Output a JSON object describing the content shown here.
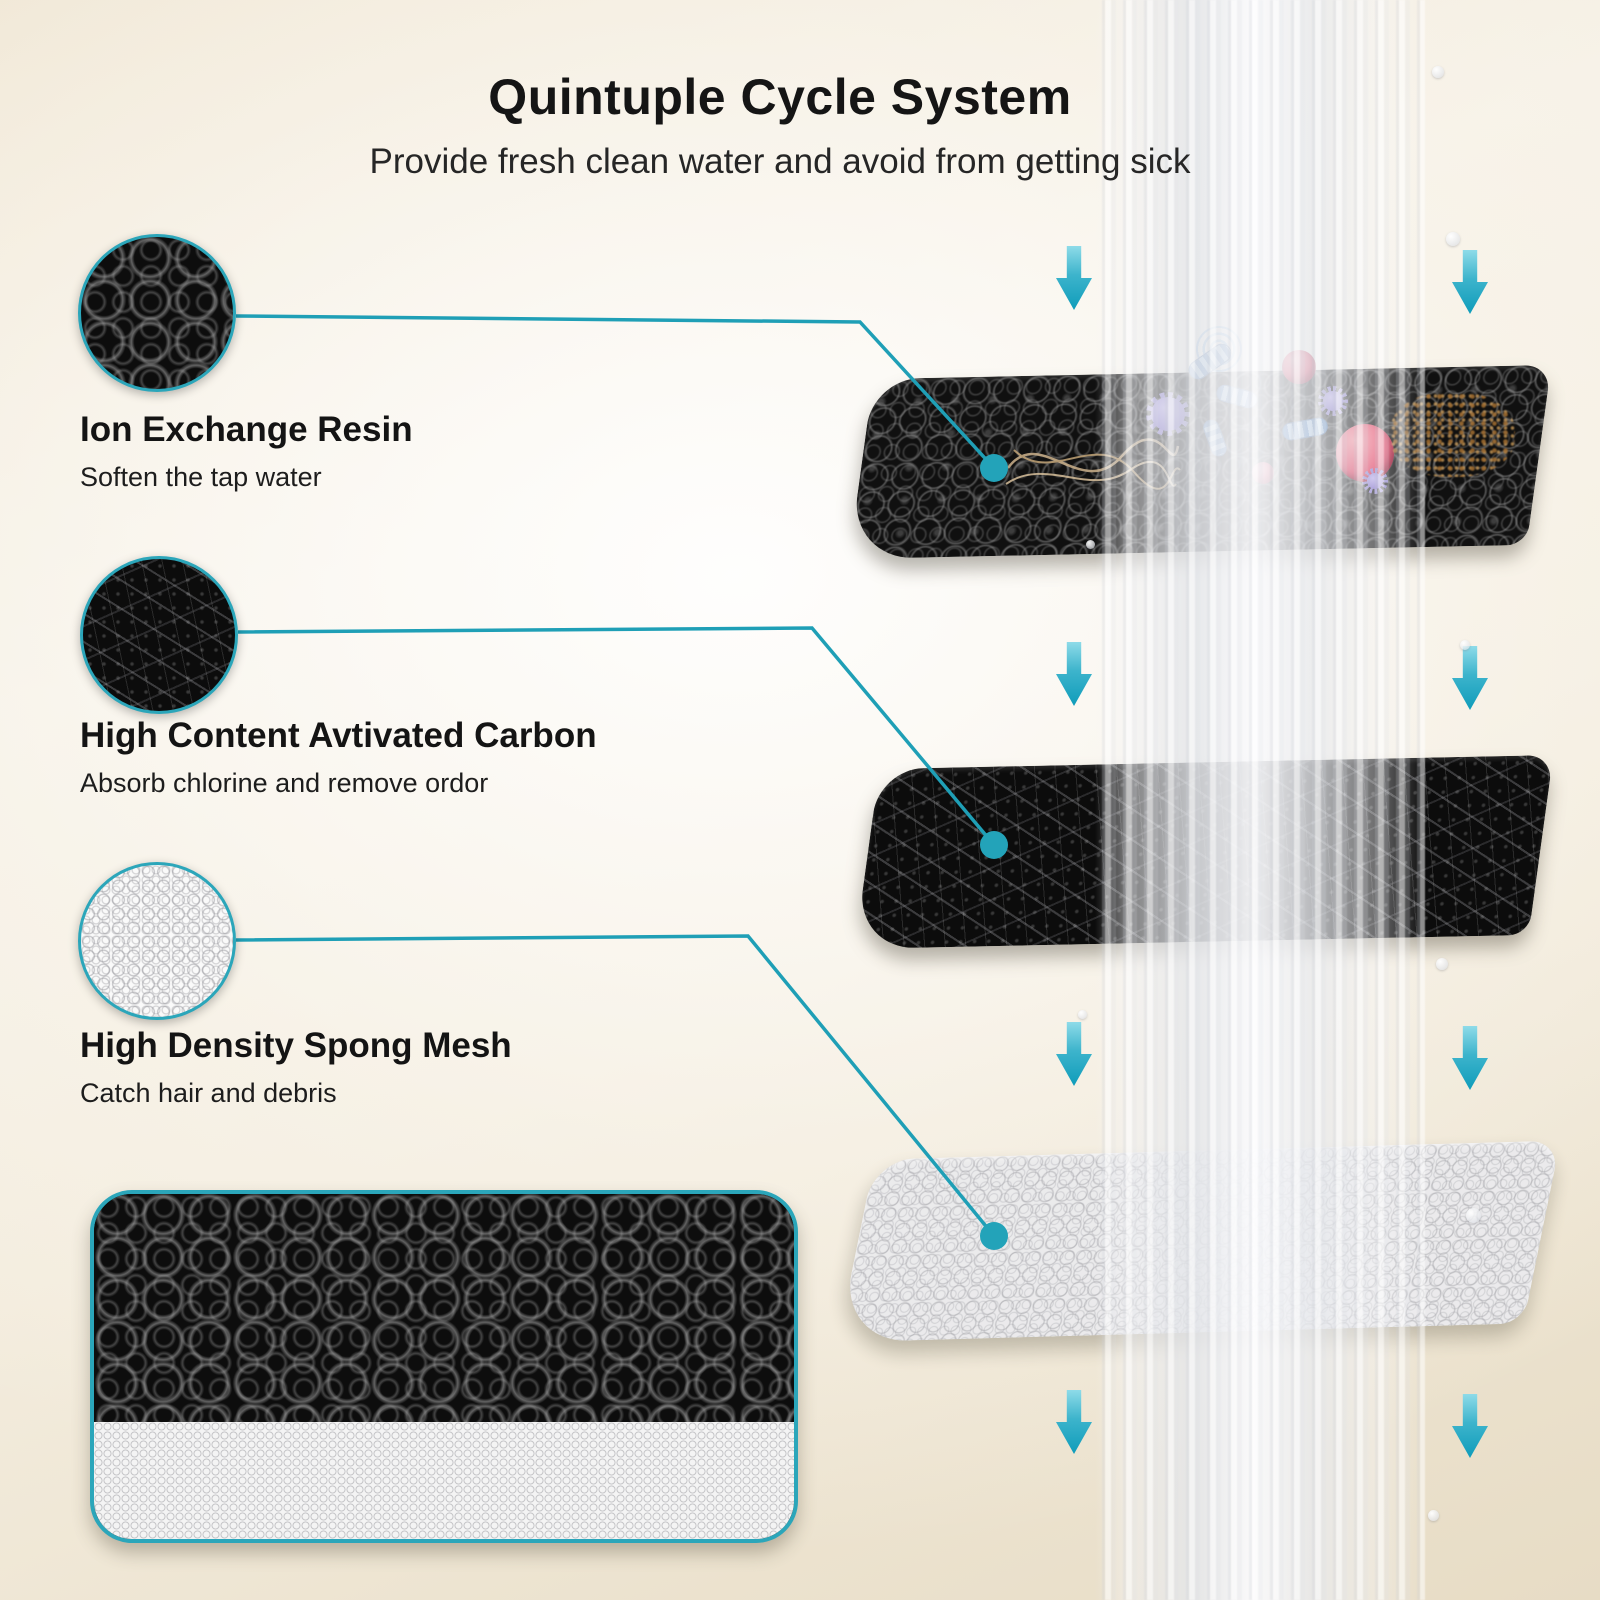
{
  "page": {
    "title": "Quintuple Cycle System",
    "subtitle": "Provide fresh clean water and avoid from getting sick"
  },
  "filters": [
    {
      "heading": "Ion Exchange Resin",
      "subtext": "Soften the tap water",
      "icon": "ion-exchange-resin-texture-icon"
    },
    {
      "heading": "High Content Avtivated Carbon",
      "subtext": "Absorb chlorine and remove ordor",
      "icon": "activated-carbon-texture-icon"
    },
    {
      "heading": "High Density Spong Mesh",
      "subtext": "Catch hair and debris",
      "icon": "sponge-mesh-texture-icon"
    }
  ],
  "icons": {
    "flow_arrows": "down-arrow-icon",
    "connector_dots": "teal-dot-icon",
    "germs": [
      "germ-sphere-icon",
      "virus-icon",
      "bacteria-capsule-icon",
      "bacteria-spiral-icon",
      "debris-icon",
      "hair-strands-icon"
    ],
    "water": "water-stream-graphic"
  },
  "colors": {
    "accent_teal": "#1f9fb6",
    "background_beige": "#f0e9da",
    "slab_dark": "#101010",
    "sponge_light": "#ebebed"
  }
}
